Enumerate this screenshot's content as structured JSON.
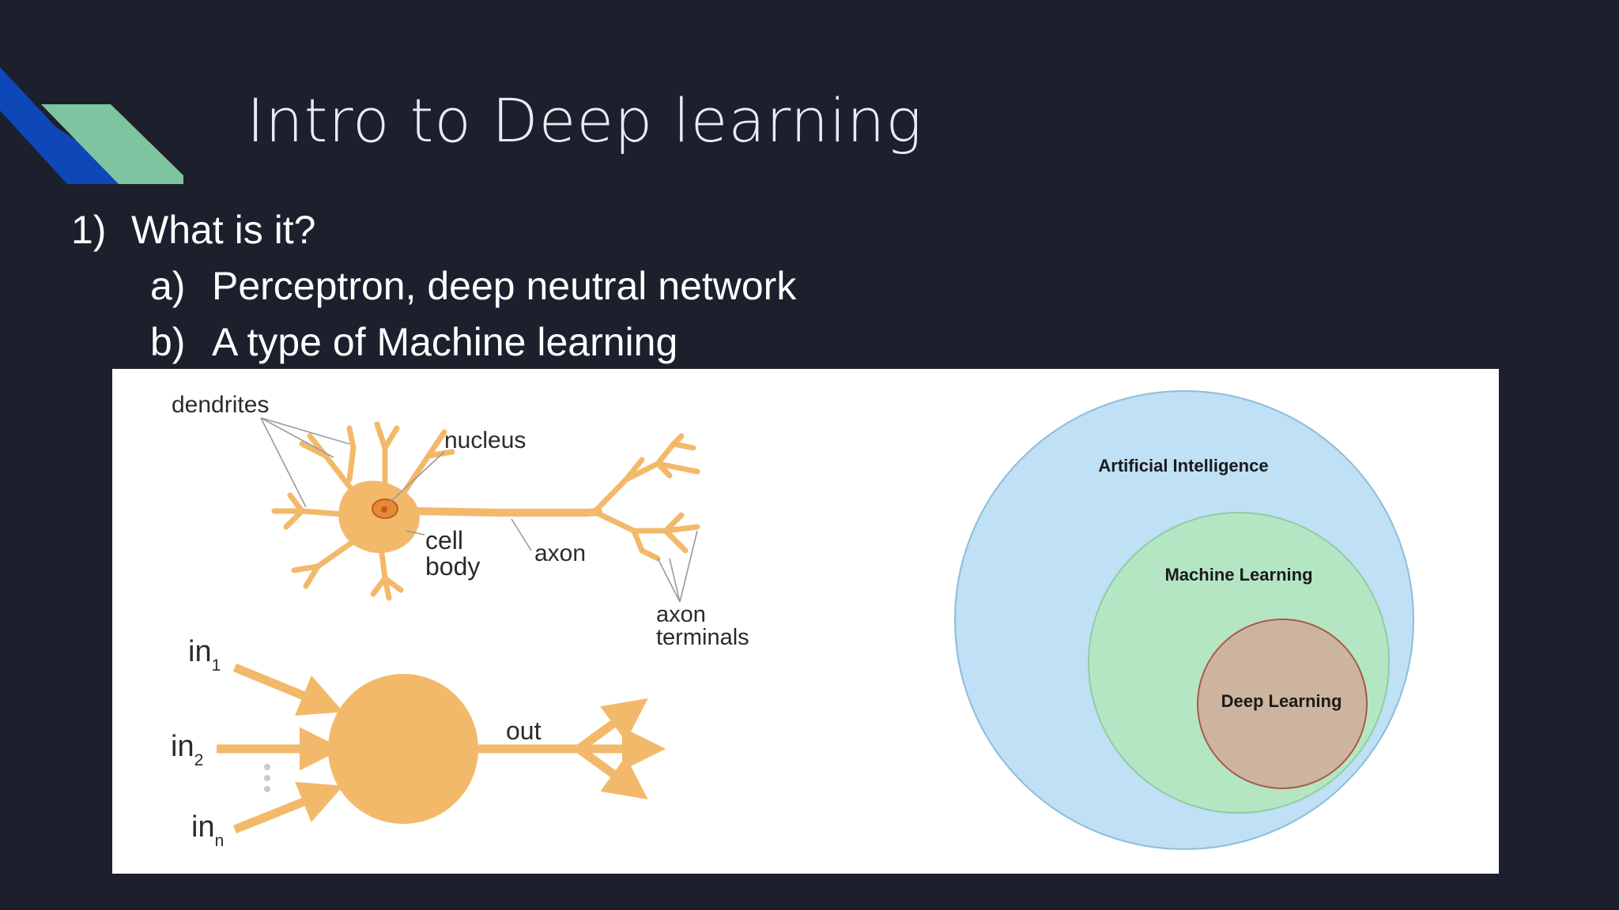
{
  "slide": {
    "title": "Intro to Deep learning",
    "colors": {
      "background": "#1c1f2c",
      "accent_blue": "#0d47b8",
      "accent_green": "#7ec4a0"
    }
  },
  "bullets": [
    {
      "num": "1)",
      "text": "What is it?"
    },
    {
      "num": "a)",
      "text": "Perceptron, deep neutral network"
    },
    {
      "num": "b)",
      "text": "A type of Machine learning"
    }
  ],
  "neuron": {
    "dendrites": "dendrites",
    "nucleus": "nucleus",
    "cell_body_1": "cell",
    "cell_body_2": "body",
    "axon": "axon",
    "axon_terminals_1": "axon",
    "axon_terminals_2": "terminals",
    "color": "#f3b96a"
  },
  "perceptron": {
    "in": "in",
    "sub_1": "1",
    "sub_2": "2",
    "sub_n": "n",
    "out": "out"
  },
  "venn": {
    "outer": "Artificial Intelligence",
    "middle": "Machine Learning",
    "inner": "Deep Learning",
    "colors": {
      "outer": "#bfe0f5",
      "middle": "#b4e6c4",
      "inner": "#cdb49e"
    }
  }
}
